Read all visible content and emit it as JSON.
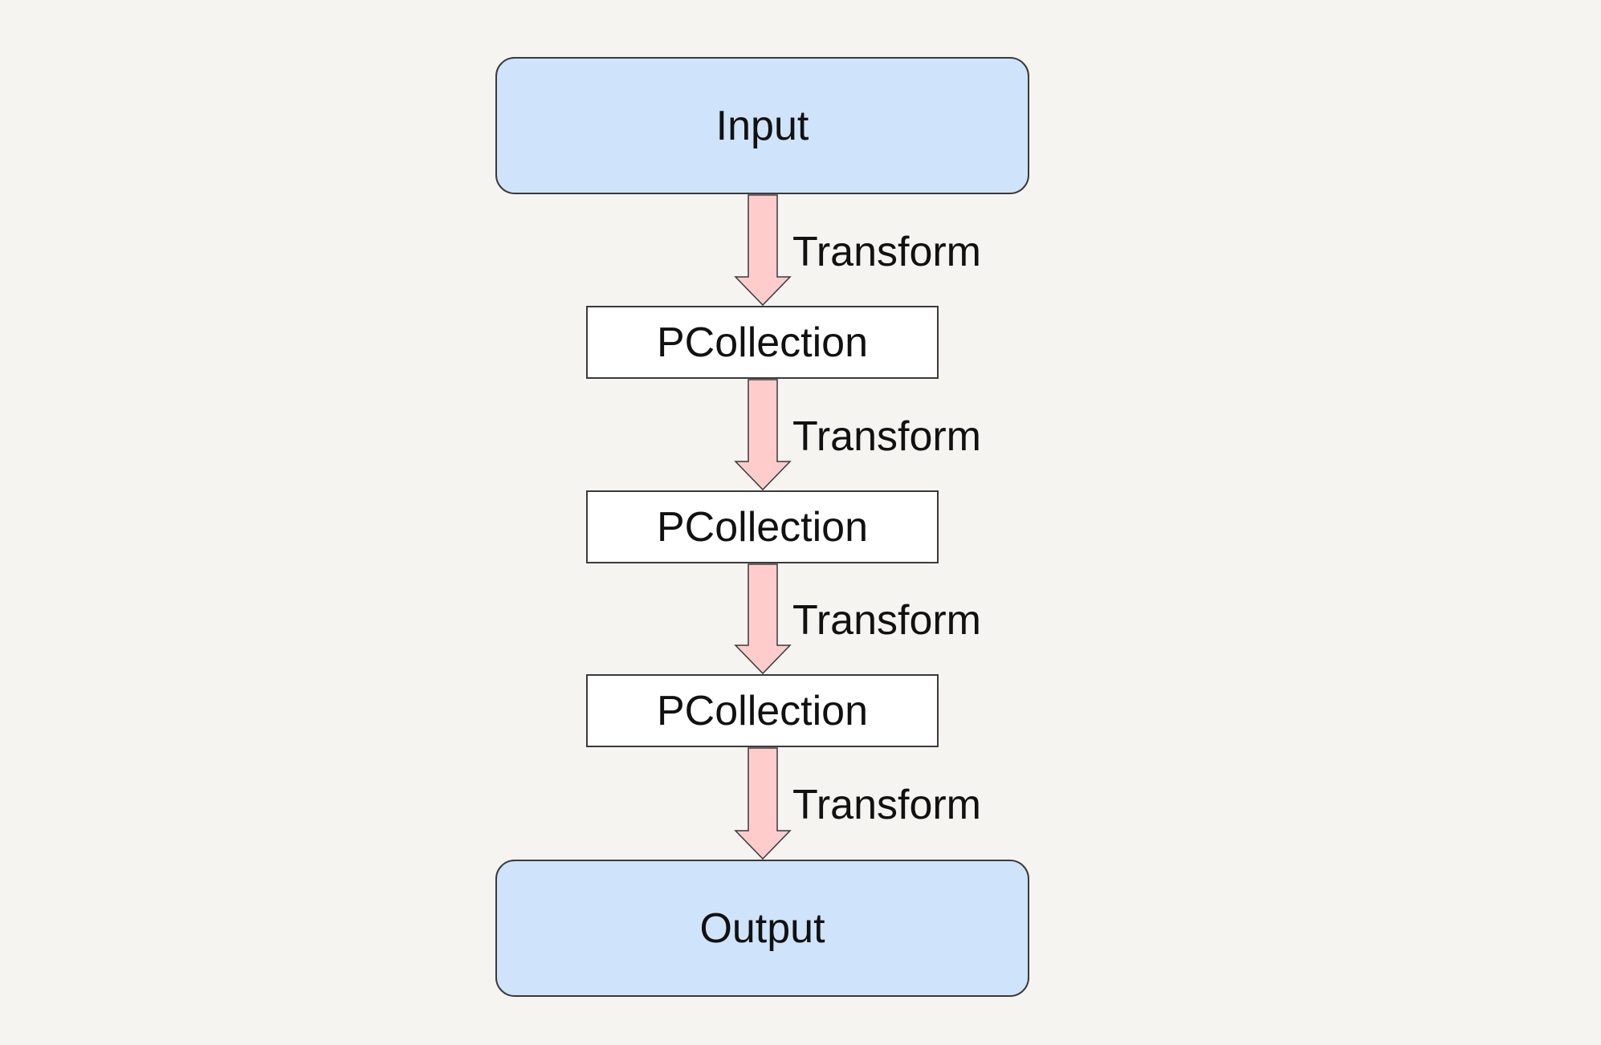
{
  "diagram": {
    "nodes": {
      "input": "Input",
      "pcollections": [
        "PCollection",
        "PCollection",
        "PCollection"
      ],
      "output": "Output"
    },
    "edges": [
      "Transform",
      "Transform",
      "Transform",
      "Transform"
    ],
    "colors": {
      "background": "#f5f4f0",
      "io_fill": "#cfe3fb",
      "pcollection_fill": "#ffffff",
      "arrow_fill": "#ffcccc",
      "stroke": "#3a3a3a"
    }
  }
}
